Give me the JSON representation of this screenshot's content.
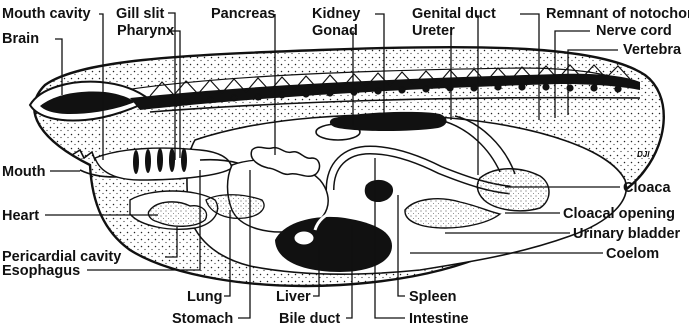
{
  "figure": {
    "signature": "DJI",
    "colors": {
      "ink": "#111111",
      "paper": "#ffffff"
    },
    "labels": {
      "mouth_cavity": "Mouth cavity",
      "brain": "Brain",
      "gill_slit": "Gill slit",
      "pharynx": "Pharynx",
      "pancreas": "Pancreas",
      "kidney": "Kidney",
      "gonad": "Gonad",
      "genital_duct": "Genital duct",
      "ureter": "Ureter",
      "remnant_notochord": "Remnant of notochord",
      "nerve_cord": "Nerve cord",
      "vertebra": "Vertebra",
      "mouth": "Mouth",
      "heart": "Heart",
      "pericardial_cavity": "Pericardial cavity",
      "esophagus": "Esophagus",
      "cloaca": "Cloaca",
      "cloacal_opening": "Cloacal opening",
      "urinary_bladder": "Urinary bladder",
      "coelom": "Coelom",
      "lung": "Lung",
      "stomach": "Stomach",
      "liver": "Liver",
      "bile_duct": "Bile duct",
      "spleen": "Spleen",
      "intestine": "Intestine"
    }
  }
}
